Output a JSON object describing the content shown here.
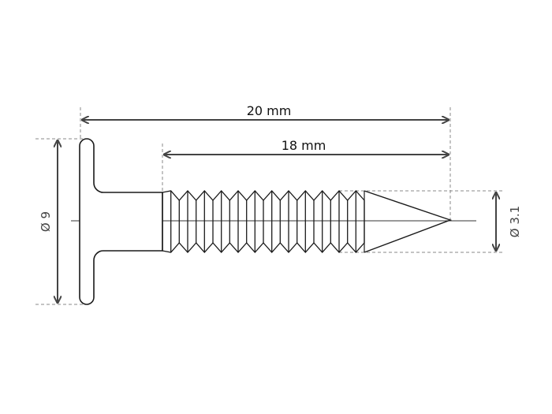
{
  "drawing": {
    "dimensions": {
      "overall_length": "20 mm",
      "shank_length": "18 mm",
      "head_diameter": "Ø 9",
      "shank_diameter": "Ø 3.1"
    },
    "colors": {
      "outline": "#1a1a1a",
      "dimension_line": "#444444",
      "extension_line": "#888888",
      "centerline": "#333333"
    }
  }
}
